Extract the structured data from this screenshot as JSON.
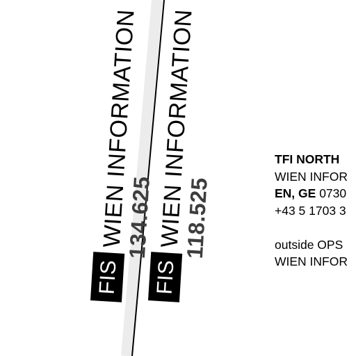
{
  "map": {
    "background_color": "#ffffff",
    "boundary_color": "#000000",
    "badge_color": "#000000",
    "frequency_color": "#3d3d3d"
  },
  "labels": [
    {
      "type": "FIS",
      "name": "WIEN INFORMATION",
      "frequency": "134.625"
    },
    {
      "type": "FIS",
      "name": "WIEN INFORMATION",
      "frequency": "118.525"
    }
  ],
  "info_panel": {
    "title": "TFI NORTH",
    "station": "WIEN INFOR",
    "lang_prefix": "EN, GE",
    "lang_rest": " 0730",
    "phone": "+43 5 1703 3",
    "note_line1": "outside OPS",
    "note_line2": "WIEN INFOR"
  }
}
